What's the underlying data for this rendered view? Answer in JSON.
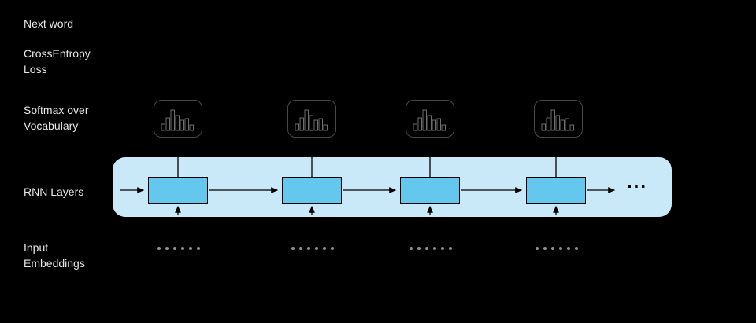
{
  "labels": {
    "next_word": "Next word",
    "cross_entropy": "CrossEntropy\nLoss",
    "softmax": "Softmax over\nVocabulary",
    "rnn_layers": "RNN Layers",
    "input_embeddings": "Input\nEmbeddings"
  },
  "diagram": {
    "ellipsis": "...",
    "unit_count": 4,
    "colors": {
      "background": "#000000",
      "label_text": "#e8e8e8",
      "container_fill": "#c9e8f8",
      "cell_fill": "#63c7ee",
      "line": "#000000",
      "icon_border": "#484848",
      "icon_stroke": "#6e6e6e",
      "dot": "#8f8f8f"
    },
    "histogram": {
      "icon_name": "histogram-icon",
      "bars": [
        0.32,
        0.6,
        1.0,
        0.72,
        0.5,
        0.58,
        0.28
      ]
    },
    "embeddings": {
      "dots_per_group": 6,
      "group_count": 4
    }
  }
}
